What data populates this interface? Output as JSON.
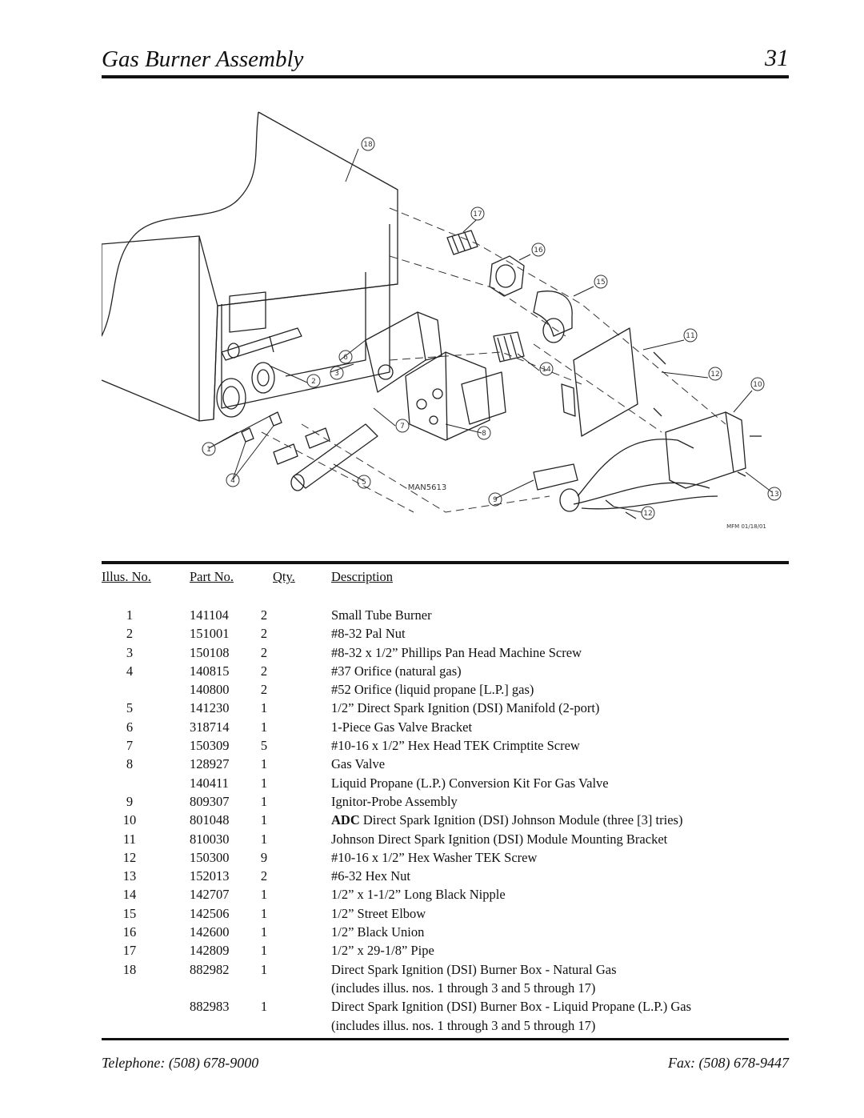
{
  "header": {
    "title": "Gas Burner Assembly",
    "page": "31"
  },
  "diagram": {
    "drawing_code": "MAN5613",
    "signature": "MFM 01/18/01",
    "callouts": [
      "18",
      "17",
      "16",
      "15",
      "11",
      "14",
      "12",
      "10",
      "6",
      "3",
      "2",
      "7",
      "8",
      "1",
      "4",
      "5",
      "9",
      "13",
      "12"
    ]
  },
  "table": {
    "headers": {
      "illus": "Illus. No.",
      "part": "Part No.",
      "qty": "Qty.",
      "desc": "Description"
    },
    "rows": [
      {
        "illus": "1",
        "part": "141104",
        "qty": "2",
        "desc": "Small Tube Burner"
      },
      {
        "illus": "2",
        "part": "151001",
        "qty": "2",
        "desc": "#8-32 Pal Nut"
      },
      {
        "illus": "3",
        "part": "150108",
        "qty": "2",
        "desc": "#8-32 x 1/2” Phillips Pan Head Machine Screw"
      },
      {
        "illus": "4",
        "part": "140815",
        "qty": "2",
        "desc": "#37 Orifice (natural gas)"
      },
      {
        "illus": "",
        "part": "140800",
        "qty": "2",
        "desc": "#52 Orifice (liquid propane [L.P.] gas)"
      },
      {
        "illus": "5",
        "part": "141230",
        "qty": "1",
        "desc": "1/2” Direct Spark Ignition (DSI) Manifold (2-port)"
      },
      {
        "illus": "6",
        "part": "318714",
        "qty": "1",
        "desc": "1-Piece Gas Valve Bracket"
      },
      {
        "illus": "7",
        "part": "150309",
        "qty": "5",
        "desc": "#10-16 x 1/2” Hex Head TEK Crimptite Screw"
      },
      {
        "illus": "8",
        "part": "128927",
        "qty": "1",
        "desc": "Gas Valve"
      },
      {
        "illus": "",
        "part": "140411",
        "qty": "1",
        "desc": "Liquid Propane (L.P.) Conversion Kit For Gas Valve"
      },
      {
        "illus": "9",
        "part": "809307",
        "qty": "1",
        "desc": "Ignitor-Probe Assembly"
      },
      {
        "illus": "10",
        "part": "801048",
        "qty": "1",
        "desc_prefix": "ADC",
        "desc": " Direct Spark Ignition (DSI) Johnson Module (three [3] tries)"
      },
      {
        "illus": "11",
        "part": "810030",
        "qty": "1",
        "desc": "Johnson Direct Spark Ignition (DSI) Module Mounting Bracket"
      },
      {
        "illus": "12",
        "part": "150300",
        "qty": "9",
        "desc": "#10-16 x 1/2” Hex Washer TEK Screw"
      },
      {
        "illus": "13",
        "part": "152013",
        "qty": "2",
        "desc": "#6-32 Hex Nut"
      },
      {
        "illus": "14",
        "part": "142707",
        "qty": "1",
        "desc": "1/2” x 1-1/2” Long Black Nipple"
      },
      {
        "illus": "15",
        "part": "142506",
        "qty": "1",
        "desc": "1/2” Street Elbow"
      },
      {
        "illus": "16",
        "part": "142600",
        "qty": "1",
        "desc": "1/2” Black Union"
      },
      {
        "illus": "17",
        "part": "142809",
        "qty": "1",
        "desc": "1/2” x 29-1/8” Pipe"
      },
      {
        "illus": "18",
        "part": "882982",
        "qty": "1",
        "desc": "Direct Spark Ignition (DSI) Burner Box - Natural Gas"
      },
      {
        "illus": "",
        "part": "",
        "qty": "",
        "desc": "(includes illus. nos. 1 through 3 and 5 through 17)"
      },
      {
        "illus": "",
        "part": "882983",
        "qty": "1",
        "desc": "Direct Spark Ignition (DSI) Burner Box - Liquid Propane (L.P.) Gas"
      },
      {
        "illus": "",
        "part": "",
        "qty": "",
        "desc": "(includes illus. nos. 1 through 3 and 5 through 17)"
      }
    ]
  },
  "footer": {
    "telephone": "Telephone: (508) 678-9000",
    "fax": "Fax: (508) 678-9447"
  }
}
